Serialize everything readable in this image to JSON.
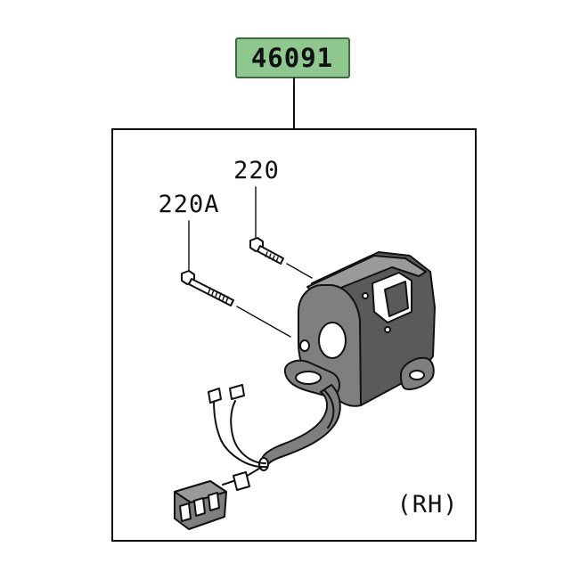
{
  "colors": {
    "part_number_badge": "#8fc88f",
    "body_shade": "#7f7f7f",
    "line": "#111111"
  },
  "callouts": {
    "assembly_part_number": "46091",
    "bolt_short": "220",
    "bolt_long": "220A",
    "side_marker": "(RH)"
  }
}
